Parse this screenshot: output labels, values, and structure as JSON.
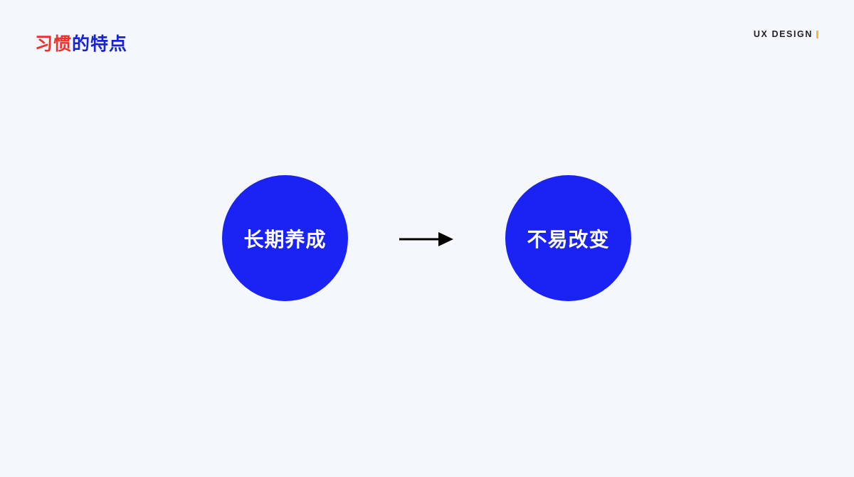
{
  "header": {
    "title_part1": "习惯",
    "title_part2": "的特点",
    "brand": "UX DESIGN"
  },
  "diagram": {
    "nodes": [
      {
        "label": "长期养成"
      },
      {
        "label": "不易改变"
      }
    ],
    "edge": {
      "from": 0,
      "to": 1,
      "type": "arrow"
    }
  },
  "colors": {
    "background": "#f4f8fd",
    "circle": "#1a23f3",
    "title_red": "#f0302a",
    "title_blue": "#1a22d6",
    "brand_accent": "#f5b73d"
  }
}
